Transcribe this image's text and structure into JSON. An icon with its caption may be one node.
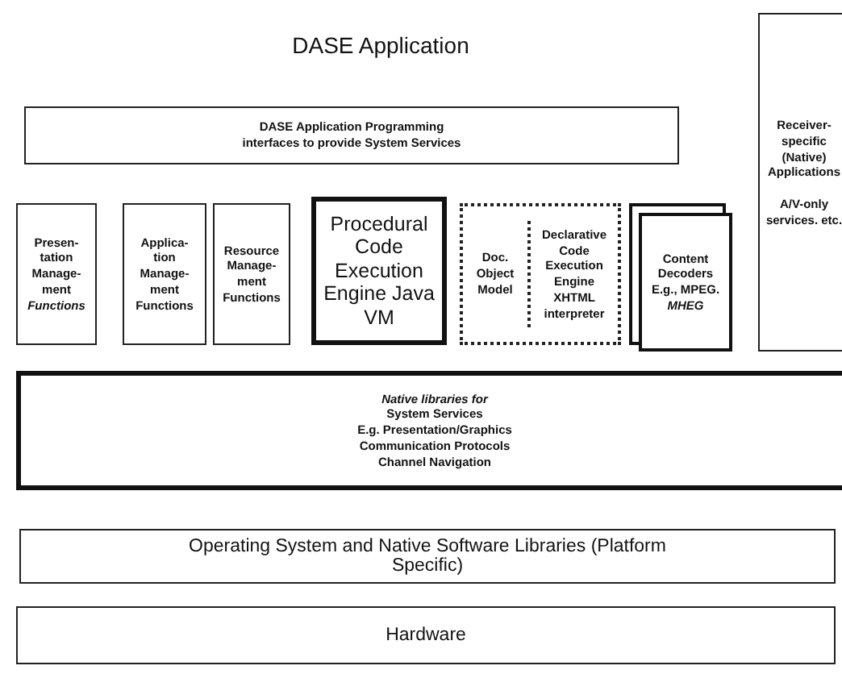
{
  "diagram": {
    "nodes": [
      {
        "text": [
          "DASE Application"
        ]
      },
      {
        "text": [
          "DASE Application Programming interfaces to provide System Services"
        ],
        "in": 0
      },
      {
        "text": [
          "Presen- tation Manage- ment *Functions*"
        ],
        "in": 0
      },
      {
        "text": [
          "Applica- tion Manage- ment Functions"
        ],
        "in": 0
      },
      {
        "text": [
          "Resource Manage- ment Functions"
        ],
        "in": 0
      },
      {
        "text": [
          "Procedural Code Execution Engine Java VM"
        ],
        "in": 0
      },
      {
        "text": [
          "Doc. Object Model",
          "Declarative Code Execution Engine XHTML interpreter"
        ],
        "in": 0
      },
      {
        "text": [
          "Content Decoders E.g., MPEG. *MHEG*"
        ],
        "in": 0
      },
      {
        "text": [
          "Receiver-specific (Native) Applications",
          "A/V-only services. etc."
        ]
      },
      {
        "text": [
          "Native libraries for",
          "System Services",
          "E.g. Presentation/Graphics",
          "Communication Protocols",
          "Channel Navigation"
        ]
      },
      {
        "text": [
          "Operating System and Native Software Libraries (Platform Specific)"
        ]
      },
      {
        "text": [
          "Hardware"
        ]
      }
    ],
    "edges": []
  }
}
